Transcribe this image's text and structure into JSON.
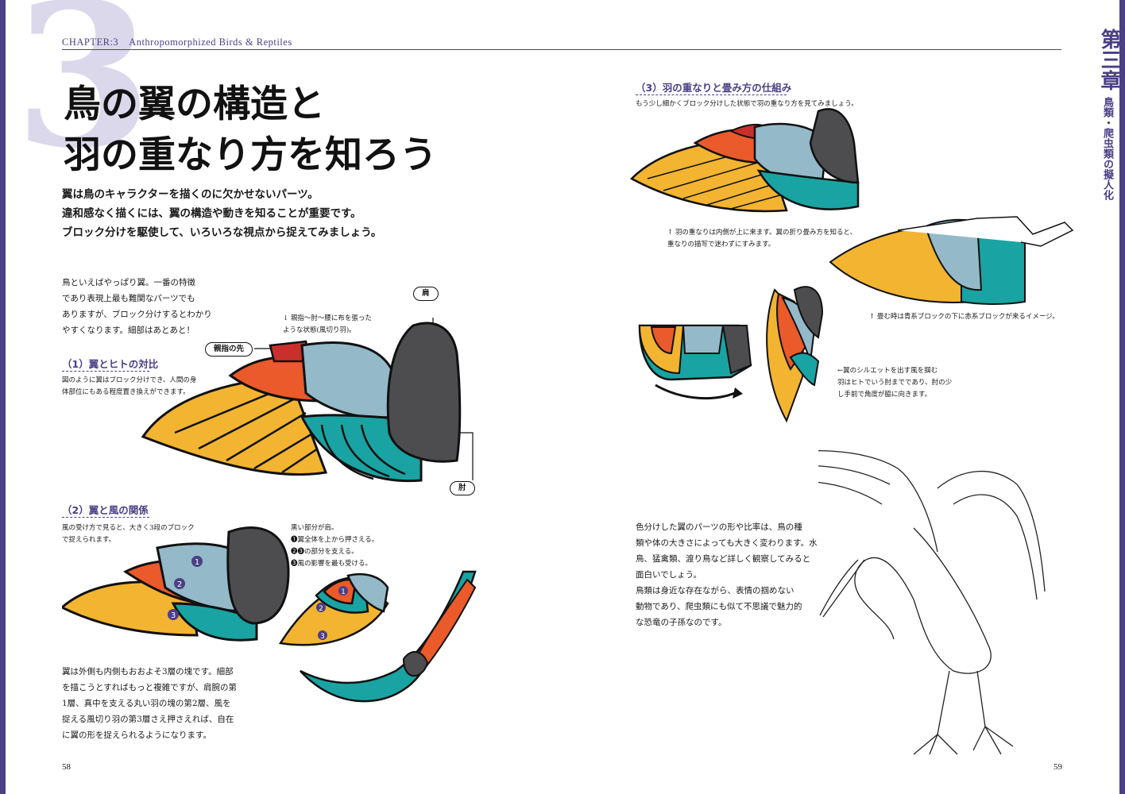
{
  "header": {
    "chapter_label": "CHAPTER:3　Anthropomorphized Birds & Reptiles",
    "big_number": "3"
  },
  "title": {
    "line1": "鳥の翼の構造と",
    "line2": "羽の重なり方を知ろう"
  },
  "lead": [
    "翼は鳥のキャラクターを描くのに欠かせないパーツ。",
    "違和感なく描くには、翼の構造や動きを知ることが重要です。",
    "ブロック分けを駆使して、いろいろな視点から捉えてみましょう。"
  ],
  "intro": [
    "鳥といえばやっぱり翼。一番の特徴",
    "であり表現上最も難関なパーツでも",
    "ありますが、ブロック分けするとわかり",
    "やすくなります。細部はあとあと！"
  ],
  "section1": {
    "heading": "（1）翼とヒトの対比",
    "body": [
      "図のように翼はブロック分けでき、人間の身",
      "体部位にもある程度置き換えができます。"
    ],
    "labels": {
      "shoulder": "肩",
      "thumb": "親指の先",
      "elbow": "肘"
    },
    "note": [
      "↓ 親指〜肘〜腰に布を張った",
      "ような状態(風切り羽)。"
    ]
  },
  "section2": {
    "heading": "（2）翼と風の関係",
    "body": [
      "風の受け方で見ると、大きく3段のブロック",
      "で捉えられます。"
    ],
    "legend": [
      "黒い部分が肩。",
      "❶翼全体を上から押さえる。",
      "❷❸の部分を支える。",
      "❸風の影響を最も受ける。"
    ],
    "markers": [
      "1",
      "2",
      "3"
    ],
    "footer": [
      "翼は外側も内側もおおよそ3層の塊です。細部",
      "を描こうとすればもっと複雑ですが、肩腕の第",
      "1層、真中を支える丸い羽の塊の第2層、風を",
      "捉える風切り羽の第3層さえ押さえれば、自在",
      "に翼の形を捉えられるようになります。"
    ]
  },
  "section3": {
    "heading": "（3）羽の重なりと畳み方の仕組み",
    "intro": "もう少し細かくブロック分けした状態で羽の重なり方を見てみましょう。",
    "note1": [
      "↑ 羽の重なりは内側が上に来ます。翼の折り畳み方を知ると、",
      "重なりの描写で迷わずにすみます。"
    ],
    "note2": "↑ 畳む時は青系ブロックの下に赤系ブロックが来るイメージ。",
    "note3": [
      "←翼のシルエットを出す風を掴む",
      "羽はヒトでいう肘までであり、肘の少",
      "し手前で角度が脇に向きます。"
    ]
  },
  "closing": [
    "色分けした翼のパーツの形や比率は、鳥の種",
    "類や体の大きさによっても大きく変わります。水",
    "鳥、猛禽類、渡り鳥など詳しく観察してみると",
    "面白いでしょう。",
    "鳥類は身近な存在ながら、表情の掴めない",
    "動物であり、爬虫類にも似て不思議で魅力的",
    "な恐竜の子孫なのです。"
  ],
  "side_tab": {
    "chapter": "第三章",
    "subtitle": "鳥類・爬虫類の擬人化"
  },
  "pages": {
    "left": "58",
    "right": "59"
  },
  "colors": {
    "accent": "#4b3f85",
    "yellow": "#f2b431",
    "orange": "#ea5a2a",
    "red": "#c9302c",
    "teal": "#1aa3a3",
    "light_blue": "#94b9c9",
    "dark_gray": "#4d4d50"
  }
}
